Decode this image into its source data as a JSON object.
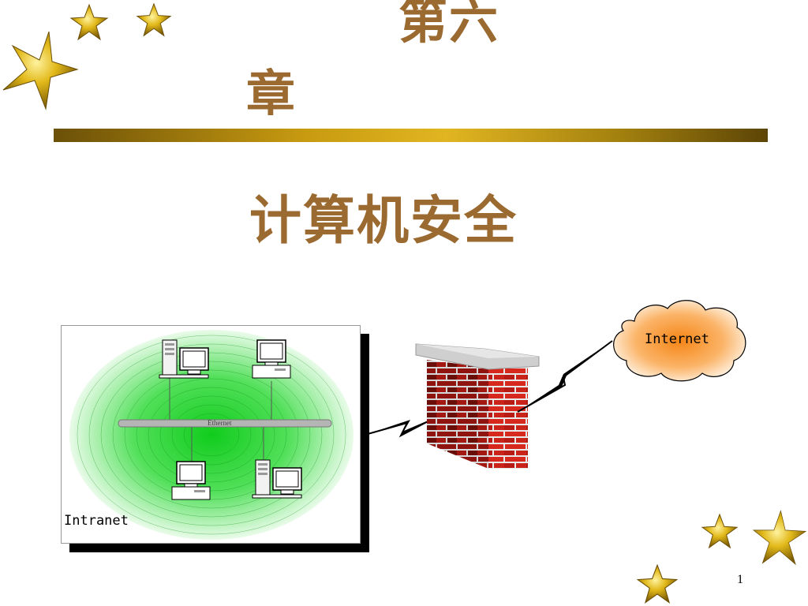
{
  "title": {
    "line1": "第六",
    "line2": "章"
  },
  "subtitle": "计算机安全",
  "diagram": {
    "intranet_label": "Intranet",
    "ethernet_label": "Ethernet",
    "internet_label": "Internet"
  },
  "page_number": "1",
  "colors": {
    "title": "#9b6a30",
    "gold_bar": "#c79a10",
    "star": "#e2b91a",
    "brick": "#c0261e",
    "cloud": "#f7932a",
    "intranet_glow": "#2fd33a"
  },
  "icons": [
    "star-icon",
    "server-computer-icon",
    "desktop-computer-icon",
    "firewall-icon",
    "cloud-icon",
    "lightning-link-icon"
  ]
}
